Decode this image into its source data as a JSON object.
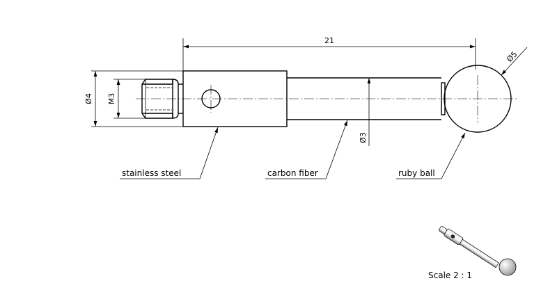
{
  "dimensions": {
    "overall_length": "21",
    "shank_diameter": "Ø4",
    "thread": "M3",
    "stem_diameter": "Ø3",
    "ball_diameter": "Ø5"
  },
  "labels": {
    "stainless_steel": "stainless steel",
    "carbon_fiber": "carbon fiber",
    "ruby_ball": "ruby ball"
  },
  "scale_label": "Scale 2 : 1"
}
